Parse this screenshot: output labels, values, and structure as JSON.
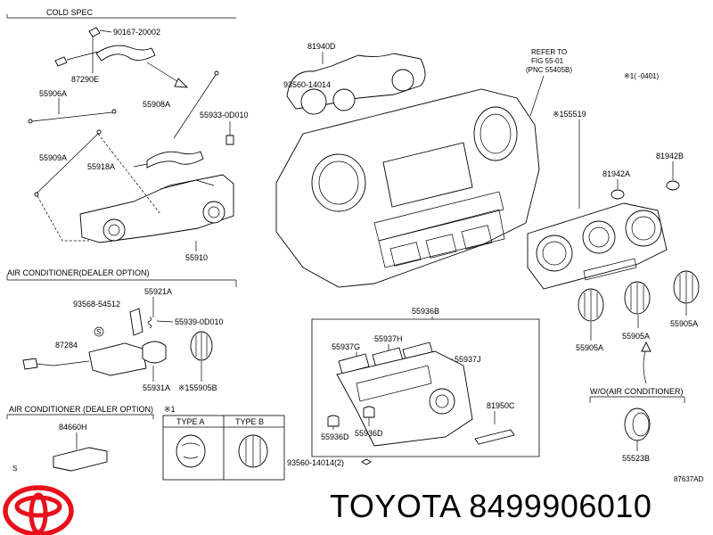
{
  "sections": {
    "cold_spec": "COLD SPEC",
    "air_conditioner_dealer_option_1": "AIR CONDITIONER(DEALER OPTION)",
    "air_conditioner_dealer_option_2": "AIR CONDITIONER (DEALER OPTION)",
    "wo_air_conditioner": "W/O(AIR CONDITIONER)",
    "refer_line1": "REFER TO",
    "refer_line2": "FIG 55-01",
    "refer_line3": "(PNC 55405B)",
    "note_mark": "※1",
    "note_range": "※1(      -0401)",
    "type_a": "TYPE A",
    "type_b": "TYPE B"
  },
  "parts": {
    "p90167": "90167-20002",
    "p87290E": "87290E",
    "p55906A": "55906A",
    "p55908A": "55908A",
    "p55933": "55933-0D010",
    "p55909A": "55909A",
    "p55918A": "55918A",
    "p55910": "55910",
    "p81940D": "81940D",
    "p55519": "※155519",
    "p81942A": "81942A",
    "p81942B": "81942B",
    "p55921A": "55921A",
    "p93568": "93568-54512",
    "p55939": "55939-0D010",
    "p87284": "87284",
    "p55931A": "55931A",
    "p55905B": "※155905B",
    "p55936B": "55936B",
    "p55937G": "55937G",
    "p55937H": "55937H",
    "p55937J": "55937J",
    "p81950C": "81950C",
    "p55936D_1": "55936D",
    "p55936D_2": "55936D",
    "p93560": "93560-14014(2)",
    "p55905A_1": "55905A",
    "p55905A_2": "55905A",
    "p55905A_3": "55905A",
    "p84660H": "84660H",
    "p55523B": "55523B",
    "figure_code": "87637AD"
  },
  "brand": {
    "name": "TOYOTA",
    "part_number": "8499906010"
  }
}
